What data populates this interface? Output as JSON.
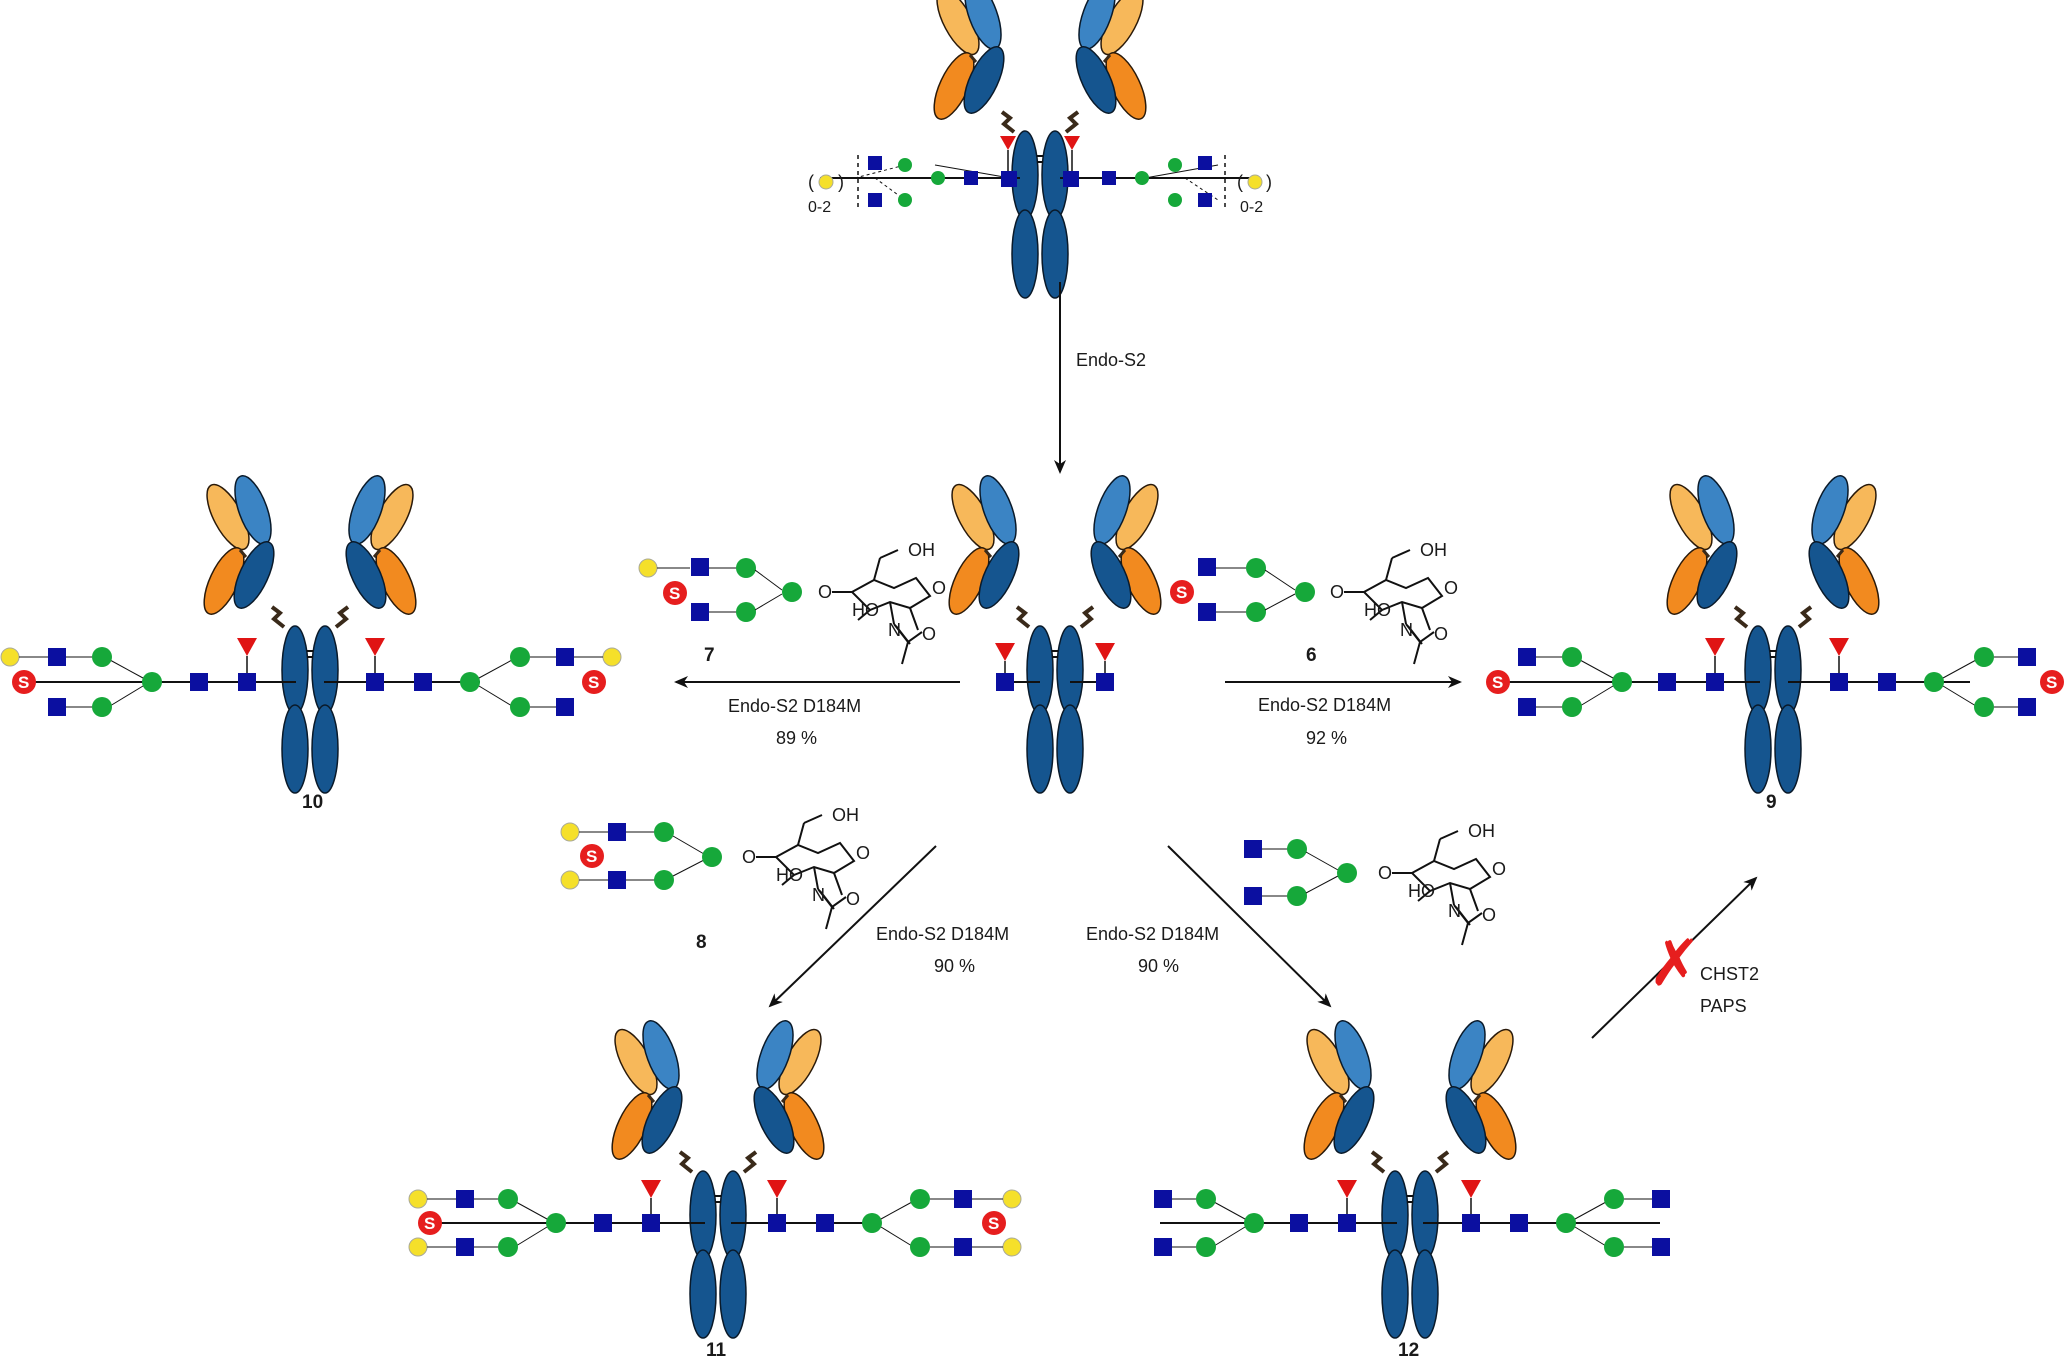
{
  "colors": {
    "heavy_chain": "#15558f",
    "heavy_chain_light": "#3b84c4",
    "light_chain_orange": "#f28a1f",
    "light_chain_pale": "#f7b85a",
    "glcnac_square": "#0b0fa0",
    "mannose_circle": "#16a83a",
    "galactose_circle": "#f5e02a",
    "fucose_triangle": "#e01414",
    "sulfate_circle": "#e61e1e",
    "arrow": "#111111"
  },
  "icons": {
    "glcnac": "blue-square-icon",
    "mannose": "green-circle-icon",
    "galactose": "yellow-circle-icon",
    "fucose": "red-triangle-icon",
    "sulfate": "red-circle-s-icon",
    "antibody": "antibody-y-icon",
    "oxazoline": "oxazoline-structure-icon"
  },
  "text": {
    "sulfate_letter": "S",
    "oh": "OH",
    "ho": "HO",
    "o": "O",
    "n": "N",
    "range": "0-2",
    "paren_open": "(",
    "paren_close": ")",
    "cross": "✗"
  },
  "arrows": {
    "top": {
      "reagent": "Endo-S2"
    },
    "left": {
      "reagent": "Endo-S2 D184M",
      "yield": "89 %"
    },
    "right": {
      "reagent": "Endo-S2 D184M",
      "yield": "92 %"
    },
    "lower_left": {
      "reagent": "Endo-S2 D184M",
      "yield": "90 %"
    },
    "lower_right": {
      "reagent": "Endo-S2 D184M",
      "yield": "90 %"
    },
    "blocked": {
      "reagent1": "CHST2",
      "reagent2": "PAPS"
    }
  },
  "compounds": {
    "donor_left": "7",
    "donor_right": "6",
    "donor_lower": "8",
    "product_left": "10",
    "product_right": "9",
    "product_lower_left": "11",
    "product_lower_right": "12"
  }
}
